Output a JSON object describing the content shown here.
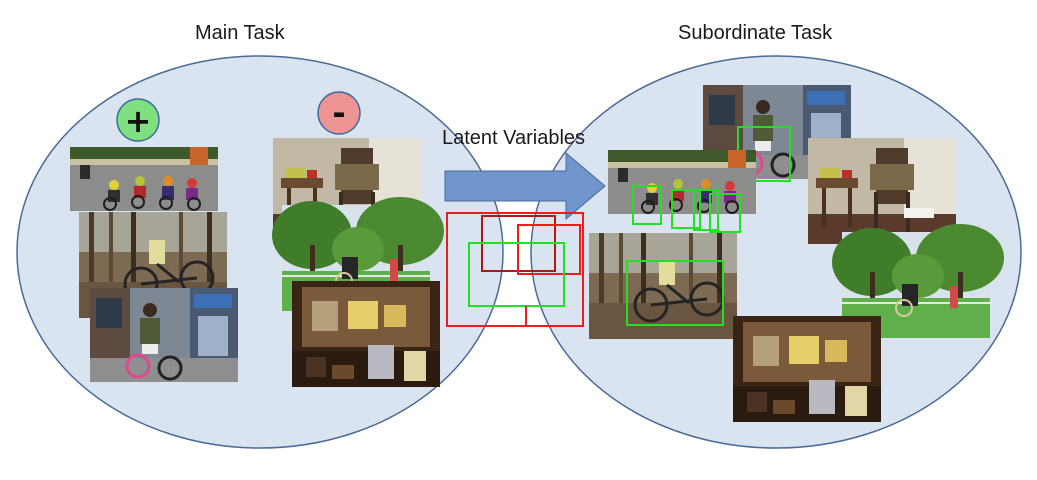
{
  "main_task": {
    "title": "Main Task",
    "positive_symbol": "+",
    "negative_symbol": "-"
  },
  "middle": {
    "title": "Latent Variables"
  },
  "subordinate_task": {
    "title": "Subordinate Task"
  },
  "colors": {
    "ellipse_fill": "#dae4f1",
    "ellipse_stroke": "#4a6a98",
    "positive_fill": "#7ee07e",
    "negative_fill": "#ef9494",
    "arrow_fill": "#6f95cc",
    "box_red": "#ee1c1c",
    "box_darkred": "#b41515",
    "box_green": "#22e022"
  },
  "photos": [
    {
      "id": "cycling-race",
      "scene": "road race"
    },
    {
      "id": "bike-in-woods",
      "scene": "woods"
    },
    {
      "id": "bike-on-street",
      "scene": "street"
    },
    {
      "id": "chair-room",
      "scene": "room"
    },
    {
      "id": "park-trees",
      "scene": "park"
    },
    {
      "id": "interior-room",
      "scene": "interior"
    }
  ]
}
